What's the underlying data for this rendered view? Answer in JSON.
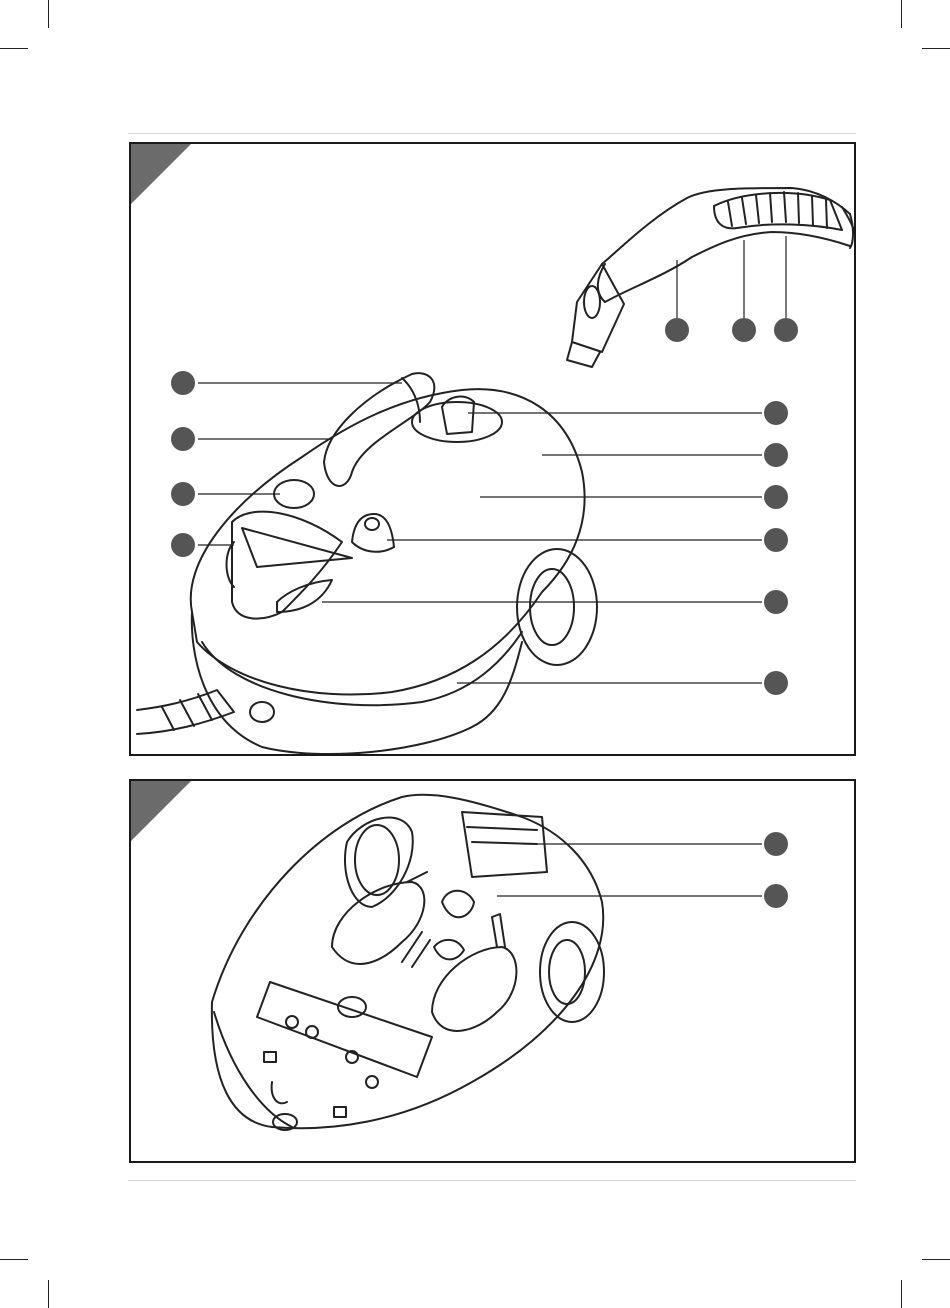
{
  "page": {
    "title": "",
    "figures": [
      {
        "id": "figure-1",
        "callouts": 13
      },
      {
        "id": "figure-2",
        "callouts": 2
      }
    ]
  },
  "colors": {
    "frame": "#1a1a1a",
    "corner_tab": "#6b6b6b",
    "callout_dot": "#555555",
    "rule": "#d6d6d6"
  },
  "icons": [
    "corner-tab-icon",
    "callout-dot-icon",
    "crop-mark-icon"
  ]
}
